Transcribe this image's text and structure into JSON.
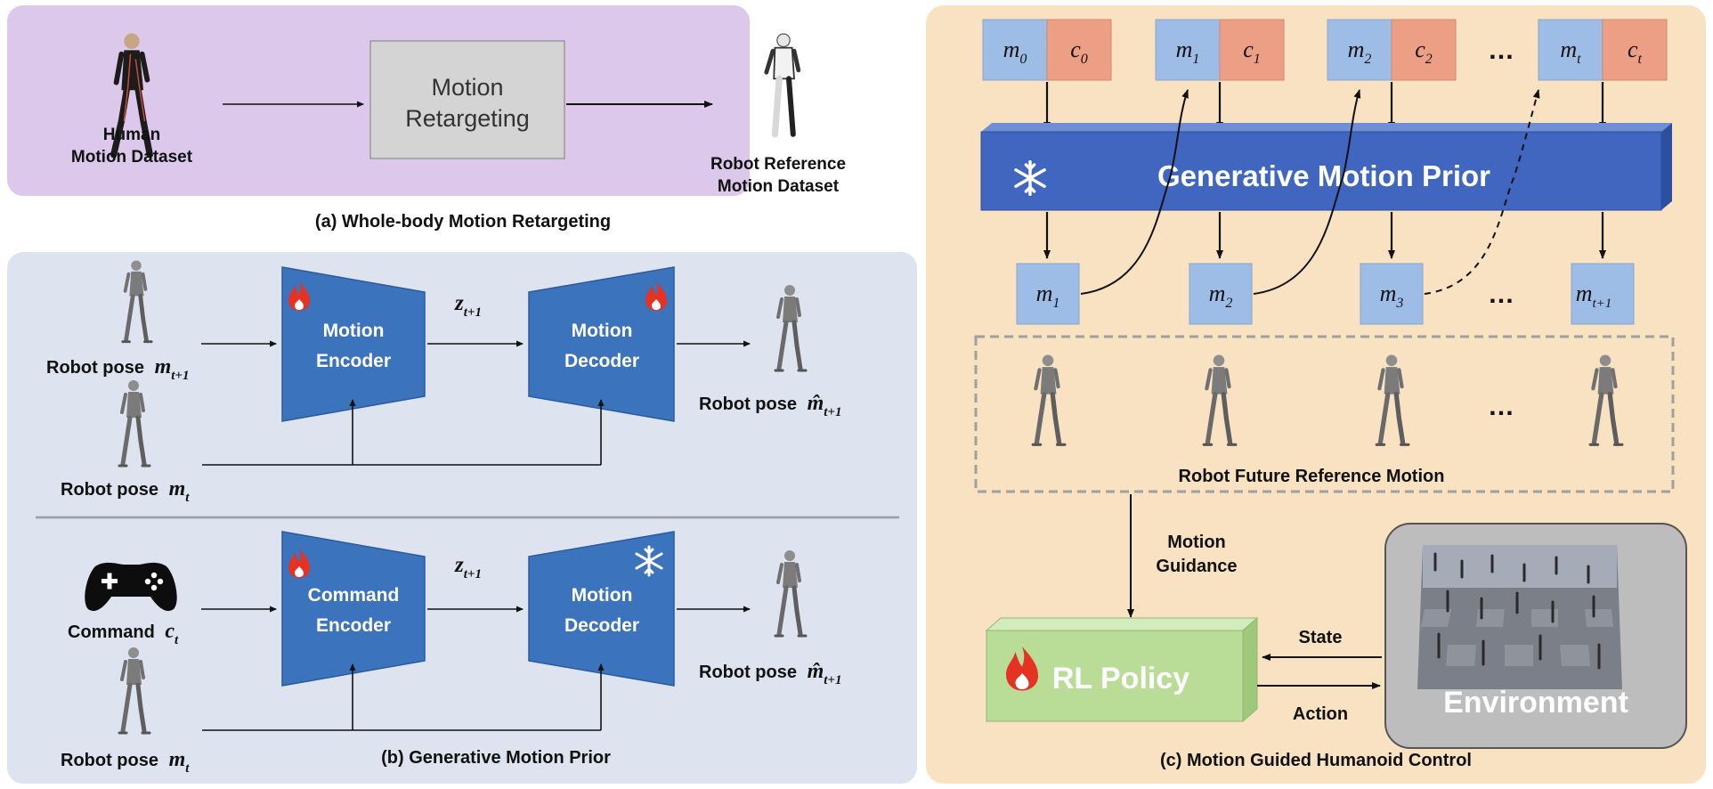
{
  "colors": {
    "panel_a_bg": "#dcc8ea",
    "panel_b_bg": "#dde3ef",
    "panel_c_bg": "#f8e2c2",
    "block_blue": "#3c73bd",
    "bar_blue": "#4066c0",
    "token_m": "#9dbde6",
    "token_c": "#ec9f84",
    "policy_green": "#b9dc97",
    "env_bg": "#bdbdbd",
    "retarget_box": "#d4d4d4",
    "flame": "#e53222"
  },
  "panel_a": {
    "human_label_line1": "Human",
    "human_label_line2": "Motion Dataset",
    "retarget_line1": "Motion",
    "retarget_line2": "Retargeting",
    "robot_label_line1": "Robot Reference",
    "robot_label_line2": "Motion Dataset",
    "caption": "(a) Whole-body Motion Retargeting"
  },
  "panel_b": {
    "top": {
      "input_label": "Robot pose",
      "input_var": "m",
      "input_sub": "t+1",
      "encoder_line1": "Motion",
      "encoder_line2": "Encoder",
      "latent_var": "z",
      "latent_sub": "t+1",
      "decoder_line1": "Motion",
      "decoder_line2": "Decoder",
      "output_label": "Robot pose",
      "output_var": "m̂",
      "output_sub": "t+1",
      "cond_label": "Robot pose",
      "cond_var": "m",
      "cond_sub": "t"
    },
    "bottom": {
      "input_label": "Command",
      "input_var": "c",
      "input_sub": "t",
      "encoder_line1": "Command",
      "encoder_line2": "Encoder",
      "latent_var": "z",
      "latent_sub": "t+1",
      "decoder_line1": "Motion",
      "decoder_line2": "Decoder",
      "output_label": "Robot pose",
      "output_var": "m̂",
      "output_sub": "t+1",
      "cond_label": "Robot pose",
      "cond_var": "m",
      "cond_sub": "t"
    },
    "caption": "(b) Generative Motion Prior"
  },
  "panel_c": {
    "tokens": [
      {
        "m_sub": "0",
        "c_sub": "0"
      },
      {
        "m_sub": "1",
        "c_sub": "1"
      },
      {
        "m_sub": "2",
        "c_sub": "2"
      },
      {
        "m_sub": "t",
        "c_sub": "t"
      }
    ],
    "token_m_var": "m",
    "token_c_var": "c",
    "ellipsis": "…",
    "prior_label": "Generative Motion Prior",
    "outputs": [
      {
        "sub": "1"
      },
      {
        "sub": "2"
      },
      {
        "sub": "3"
      },
      {
        "sub": "t+1"
      }
    ],
    "future_caption": "Robot Future Reference Motion",
    "guidance_line1": "Motion",
    "guidance_line2": "Guidance",
    "policy_label": "RL Policy",
    "state_label": "State",
    "action_label": "Action",
    "env_label": "Environment",
    "caption": "(c) Motion Guided Humanoid Control"
  }
}
